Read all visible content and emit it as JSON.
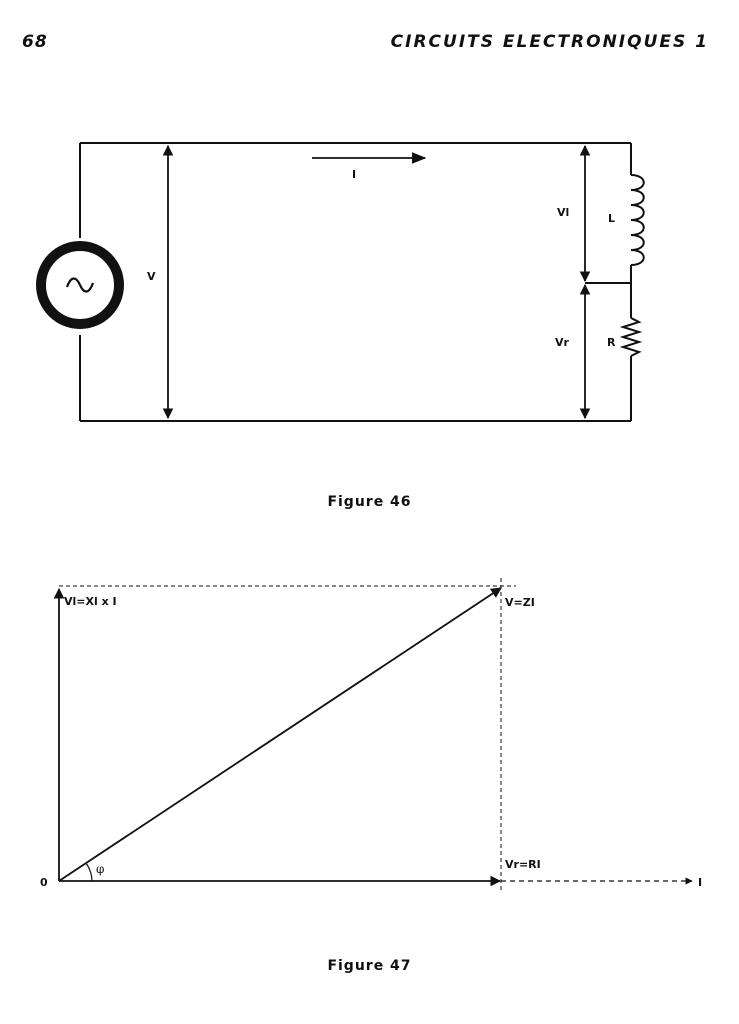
{
  "header": {
    "page_number": "68",
    "title": "CIRCUITS ELECTRONIQUES 1"
  },
  "figure46": {
    "caption": "Figure 46",
    "labels": {
      "current": "I",
      "voltage_total": "V",
      "voltage_inductor": "Vl",
      "voltage_resistor": "Vr",
      "inductor": "L",
      "resistor": "R"
    }
  },
  "figure47": {
    "caption": "Figure 47",
    "labels": {
      "origin": "0",
      "vl": "Vl=Xl x I",
      "v": "V=ZI",
      "vr": "Vr=RI",
      "i_axis": "I",
      "angle": "φ"
    }
  }
}
